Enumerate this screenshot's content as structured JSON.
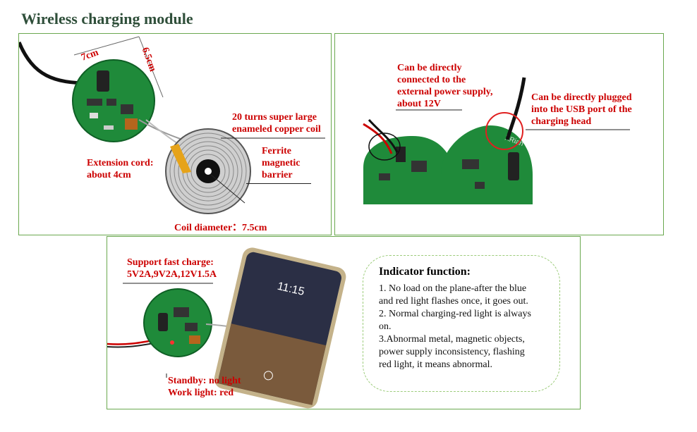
{
  "title": "Wireless charging module",
  "panel_module": {
    "dim_width": "7cm",
    "dim_height": "6.5cm",
    "coil_label": [
      "20 turns super large",
      "enameled copper coil"
    ],
    "ferrite_label": [
      "Ferrite",
      "magnetic",
      "barrier"
    ],
    "extension_label": [
      "Extension cord:",
      "about 4cm"
    ],
    "diameter_label": "Coil diameter：7.5cm"
  },
  "panel_power": {
    "external_label": [
      "Can be directly",
      "connected to the",
      "external power supply,",
      "about 12V"
    ],
    "usb_label": [
      "Can be directly plugged",
      "into the USB port of the",
      "charging head"
    ],
    "board_brand": "XRian"
  },
  "panel_demo": {
    "fastcharge_label": [
      "Support fast charge:",
      "5V2A,9V2A,12V1.5A"
    ],
    "standby_label": [
      "Standby: no light",
      "Work light: red"
    ],
    "phone_time": "11:15"
  },
  "indicator": {
    "title": "Indicator function:",
    "lines": [
      "1. No load on the plane-after the blue",
      "and red light flashes once, it goes out.",
      "2. Normal charging-red light is always",
      "on.",
      "3.Abnormal metal, magnetic objects,",
      "power supply inconsistency, flashing",
      "red light, it means abnormal."
    ]
  },
  "colors": {
    "label": "#cc0000",
    "panel_border": "#6aa84f",
    "pcb": "#1f8a3a",
    "dashed_border": "#9ccc7a"
  }
}
